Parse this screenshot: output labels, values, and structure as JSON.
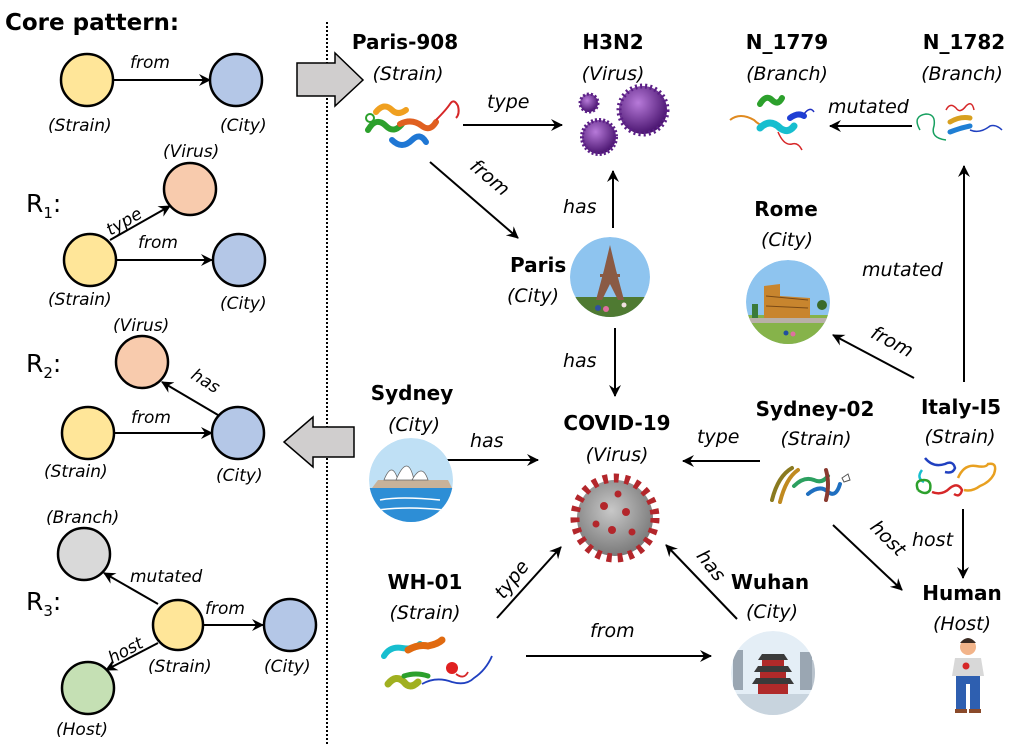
{
  "colors": {
    "strain": "#FFE699",
    "city": "#B4C7E7",
    "virus": "#F8CBAD",
    "branch": "#D9D9D9",
    "host": "#C5E0B4",
    "big_arrow": "#D0CECE",
    "stroke": "#000000"
  },
  "left_panel": {
    "core": {
      "title": "Core pattern:",
      "strain_label": "(Strain)",
      "city_label": "(City)",
      "edge_from": "from"
    },
    "r1": {
      "rule_letter": "R",
      "rule_sub": "1",
      "virus_label": "(Virus)",
      "strain_label": "(Strain)",
      "city_label": "(City)",
      "edge_type": "type",
      "edge_from": "from"
    },
    "r2": {
      "rule_letter": "R",
      "rule_sub": "2",
      "virus_label": "(Virus)",
      "strain_label": "(Strain)",
      "city_label": "(City)",
      "edge_has": "has",
      "edge_from": "from"
    },
    "r3": {
      "rule_letter": "R",
      "rule_sub": "3",
      "branch_label": "(Branch)",
      "strain_label": "(Strain)",
      "city_label": "(City)",
      "host_label": "(Host)",
      "edge_mutated": "mutated",
      "edge_from": "from",
      "edge_host": "host"
    }
  },
  "graph": {
    "nodes": {
      "paris908": {
        "name": "Paris-908",
        "type": "(Strain)",
        "icon": "protein-structure"
      },
      "h3n2": {
        "name": "H3N2",
        "type": "(Virus)",
        "icon": "purple-virus"
      },
      "n1779": {
        "name": "N_1779",
        "type": "(Branch)",
        "icon": "protein-structure"
      },
      "n1782": {
        "name": "N_1782",
        "type": "(Branch)",
        "icon": "protein-structure"
      },
      "paris": {
        "name": "Paris",
        "type": "(City)",
        "icon": "eiffel-tower"
      },
      "rome": {
        "name": "Rome",
        "type": "(City)",
        "icon": "colosseum"
      },
      "sydney": {
        "name": "Sydney",
        "type": "(City)",
        "icon": "opera-house"
      },
      "covid": {
        "name": "COVID-19",
        "type": "(Virus)",
        "icon": "coronavirus"
      },
      "sydney02": {
        "name": "Sydney-02",
        "type": "(Strain)",
        "icon": "protein-structure"
      },
      "italy": {
        "name": "Italy-I5",
        "type": "(Strain)",
        "icon": "protein-structure"
      },
      "wh01": {
        "name": "WH-01",
        "type": "(Strain)",
        "icon": "protein-structure"
      },
      "wuhan": {
        "name": "Wuhan",
        "type": "(City)",
        "icon": "pagoda"
      },
      "human": {
        "name": "Human",
        "type": "(Host)",
        "icon": "person"
      }
    },
    "edges": {
      "paris908_h3n2": "type",
      "paris908_paris": "from",
      "paris_h3n2": "has",
      "paris_covid": "has",
      "n1782_n1779": "mutated",
      "italy_n1782": "mutated",
      "italy_rome": "from",
      "sydney_covid": "has",
      "sydney02_covid": "type",
      "sydney02_human": "host",
      "italy_human": "host",
      "wh01_covid": "type",
      "wh01_wuhan": "from",
      "wuhan_covid": "has"
    }
  }
}
